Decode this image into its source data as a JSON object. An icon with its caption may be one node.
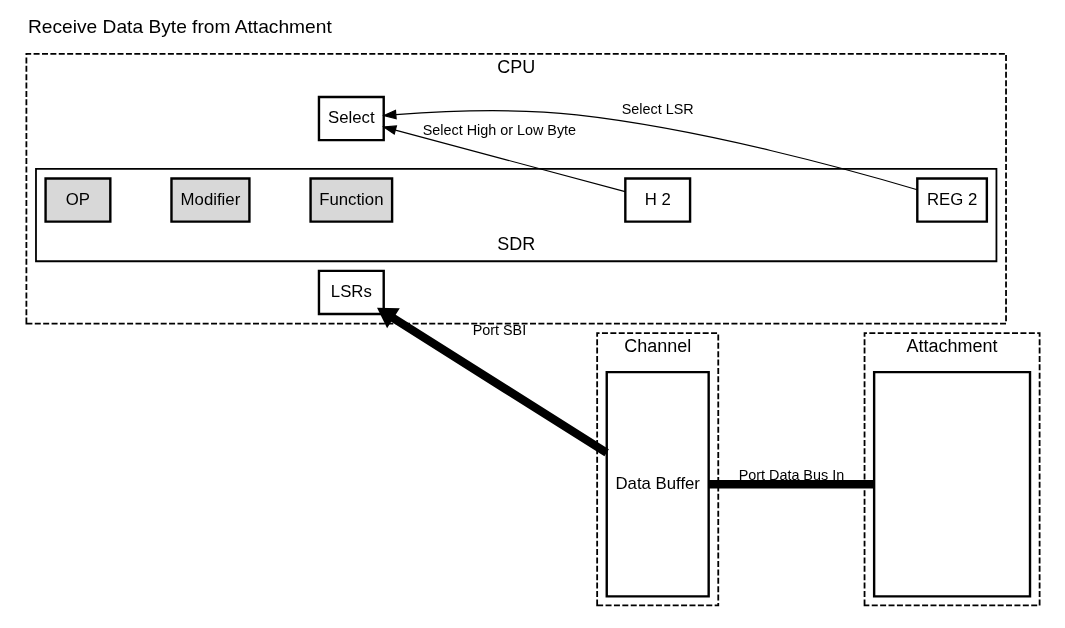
{
  "diagram": {
    "title": "Receive Data Byte from Attachment",
    "nodes": [
      {
        "text": [
          "CPU"
        ]
      },
      {
        "text": [
          "Channel"
        ]
      },
      {
        "text": [
          "Attachment"
        ]
      },
      {
        "text": [
          "LSRs"
        ],
        "in": 0
      },
      {
        "text": [
          "Select"
        ],
        "in": 0
      },
      {
        "text": [
          "SDR"
        ],
        "in": 0
      },
      {
        "text": [
          "OP"
        ],
        "in": 5
      },
      {
        "text": [
          "Modifier"
        ],
        "in": 5
      },
      {
        "text": [
          "Function"
        ],
        "in": 5
      },
      {
        "text": [
          "H 2"
        ],
        "in": 5
      },
      {
        "text": [
          "REG 2"
        ],
        "in": 5
      },
      {
        "text": [
          "Data Buffer"
        ],
        "in": 1
      },
      {
        "text": [],
        "shape": "box",
        "in": 2
      }
    ],
    "edges": [
      {
        "from": 12,
        "to": 11,
        "arrow": "none",
        "label": "Port Data Bus In",
        "style": "thick"
      },
      {
        "from": 11,
        "to": 3,
        "arrow": "to",
        "label": "Port SBI",
        "style": "thick"
      },
      {
        "from": 9,
        "to": 4,
        "arrow": "to",
        "label": "Select High or Low Byte"
      },
      {
        "from": 10,
        "to": 4,
        "arrow": "to",
        "label": "Select LSR"
      }
    ]
  }
}
